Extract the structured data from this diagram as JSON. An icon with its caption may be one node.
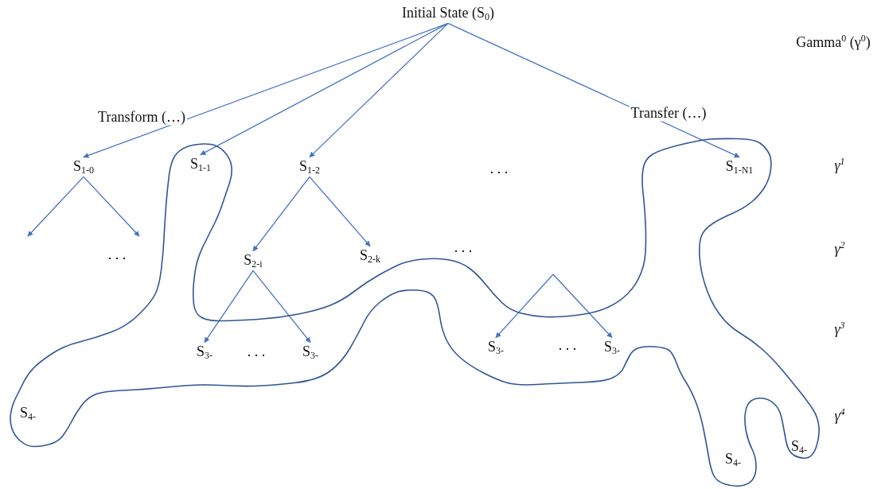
{
  "diagram": {
    "nodes": [
      {
        "text": [
          "Initial State (S$_{0}$)"
        ]
      },
      {
        "text": [],
        "shape": "blob"
      },
      {
        "text": [
          "S$_{1-0}$"
        ]
      },
      {
        "text": [
          "S$_{1-1}$"
        ],
        "in": 1
      },
      {
        "text": [
          "S$_{1-2}$"
        ]
      },
      {
        "text": [
          "S$_{1-N1}$"
        ],
        "in": 1
      },
      {
        "text": [
          "S$_{2-i}$"
        ]
      },
      {
        "text": [
          "S$_{2-k}$"
        ]
      },
      {
        "text": [
          "S$_{3-}$"
        ],
        "in": 1
      },
      {
        "text": [
          "S$_{3-}$"
        ],
        "in": 1
      },
      {
        "text": [
          "S$_{3-}$"
        ],
        "in": 1
      },
      {
        "text": [
          "S$_{3-}$"
        ],
        "in": 1
      },
      {
        "text": [
          "S$_{4-}$"
        ],
        "in": 1
      },
      {
        "text": [
          "S$_{4-}$"
        ],
        "in": 1
      },
      {
        "text": [
          "S$_{4-}$"
        ],
        "in": 1
      }
    ],
    "edges": [
      {
        "from": 0,
        "to": 2,
        "arrow": "to",
        "label": "Transform (…)"
      },
      {
        "from": 0,
        "to": 3,
        "arrow": "to"
      },
      {
        "from": 0,
        "to": 4,
        "arrow": "to"
      },
      {
        "from": 0,
        "to": 5,
        "arrow": "to",
        "label": "Transfer (…)"
      },
      {
        "from": 2,
        "to": null,
        "arrow": "to"
      },
      {
        "from": 2,
        "to": null,
        "arrow": "to"
      },
      {
        "from": 4,
        "to": 6,
        "arrow": "to"
      },
      {
        "from": 4,
        "to": 7,
        "arrow": "to"
      },
      {
        "from": 6,
        "to": 8,
        "arrow": "to"
      },
      {
        "from": 6,
        "to": 9,
        "arrow": "to"
      },
      {
        "from": null,
        "to": 10,
        "arrow": "to"
      },
      {
        "from": null,
        "to": 11,
        "arrow": "to"
      }
    ],
    "labels": [
      "Gamma$^{0}$ (γ$^{0}$)",
      ". . .",
      "γ$^{1}$",
      ". . .",
      ". . .",
      "γ$^{2}$",
      ". . .",
      ". . .",
      "γ$^{3}$",
      "γ$^{4}$"
    ]
  }
}
